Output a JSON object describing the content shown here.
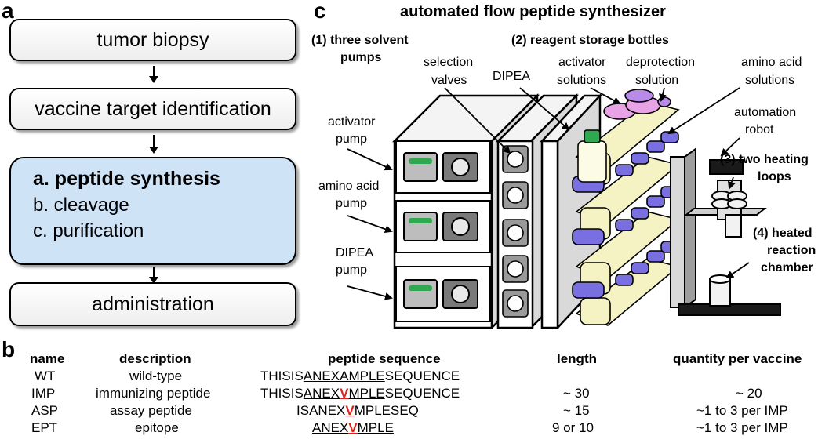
{
  "panels": {
    "a": "a",
    "b": "b",
    "c": "c"
  },
  "workflow": {
    "steps": [
      "tumor biopsy",
      "vaccine target identification",
      "administration"
    ],
    "highlight": [
      "a. peptide synthesis",
      "b. cleavage",
      "c. purification"
    ]
  },
  "synthesizer": {
    "title": "automated flow peptide synthesizer",
    "sections": {
      "pumps_1": "(1) three solvent",
      "pumps_2": "pumps",
      "bottles": "(2) reagent storage bottles",
      "loops_1": "(3) two heating",
      "loops_2": "loops",
      "chamber_1": "(4) heated",
      "chamber_2": "reaction",
      "chamber_3": "chamber"
    },
    "labels": {
      "selection_1": "selection",
      "selection_2": "valves",
      "dipea": "DIPEA",
      "activator_sol_1": "activator",
      "activator_sol_2": "solutions",
      "deprotect_1": "deprotection",
      "deprotect_2": "solution",
      "amino_sol_1": "amino acid",
      "amino_sol_2": "solutions",
      "robot_1": "automation",
      "robot_2": "robot",
      "activator_pump_1": "activator",
      "activator_pump_2": "pump",
      "amino_pump_1": "amino acid",
      "amino_pump_2": "pump",
      "dipea_pump_1": "DIPEA",
      "dipea_pump_2": "pump"
    },
    "colors": {
      "bottle_body": "#f5f3c4",
      "cap": "#7a6fe0",
      "pink_cap": "#e7a3e6",
      "purple_cap": "#b98be8",
      "pump_display": "#2fa84f"
    }
  },
  "table": {
    "headers": {
      "name": "name",
      "description": "description",
      "sequence": "peptide sequence",
      "length": "length",
      "quantity": "quantity per vaccine"
    },
    "rows": [
      {
        "name": "WT",
        "description": "wild-type",
        "pre": "THISIS",
        "u1": "ANEX",
        "mut": "",
        "wt_mid": "A",
        "u2": "MPLE",
        "post": "SEQUENCE",
        "length": "",
        "quantity": ""
      },
      {
        "name": "IMP",
        "description": "immunizing peptide",
        "pre": "THISIS",
        "u1": "ANEX",
        "mut": "V",
        "wt_mid": "",
        "u2": "MPLE",
        "post": "SEQUENCE",
        "length": "~ 30",
        "quantity": "~ 20"
      },
      {
        "name": "ASP",
        "description": "assay peptide",
        "pre": "IS",
        "u1": "ANEX",
        "mut": "V",
        "wt_mid": "",
        "u2": "MPLE",
        "post": "SEQ",
        "length": "~ 15",
        "quantity": "~1 to 3 per IMP"
      },
      {
        "name": "EPT",
        "description": "epitope",
        "pre": "",
        "u1": "ANEX",
        "mut": "V",
        "wt_mid": "",
        "u2": "MPLE",
        "post": "",
        "length": "9 or 10",
        "quantity": "~1 to 3 per IMP"
      }
    ]
  }
}
